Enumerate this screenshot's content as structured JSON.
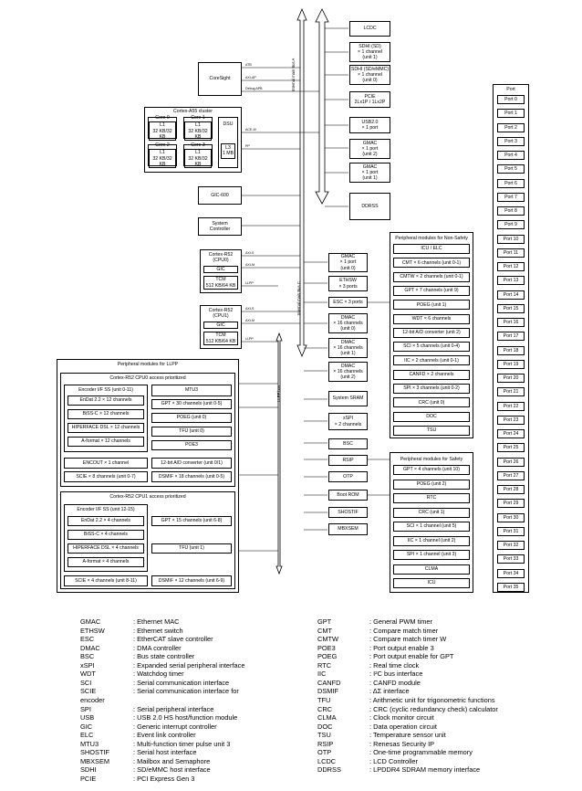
{
  "buses": {
    "axi_a": "Internal main Bus A",
    "axi_c": "Internal main Bus C",
    "llpp": "LLPP bus"
  },
  "right_top": [
    {
      "key": "lcdc",
      "text": "LCDC"
    },
    {
      "key": "sdhi0",
      "text": "SDHI (SD)\n× 1 channel\n(unit 1)"
    },
    {
      "key": "sdhi1",
      "text": "SDHI (SD/eMMC)\n× 1 channel\n(unit 0)"
    },
    {
      "key": "pcie",
      "text": "PCIE\n2Lx1P / 1Lx2P"
    },
    {
      "key": "usb",
      "text": "USB2.0\n× 1 port"
    },
    {
      "key": "gmac2",
      "text": "GMAC\n× 1 port\n(unit 2)"
    },
    {
      "key": "gmac1",
      "text": "GMAC\n× 1 port\n(unit 1)"
    },
    {
      "key": "ddrss",
      "text": "DDRSS"
    }
  ],
  "mid_col": [
    {
      "key": "gmac0",
      "text": "GMAC\n× 1 port\n(unit 0)"
    },
    {
      "key": "ethsw",
      "text": "ETHSW\n× 3 ports"
    },
    {
      "key": "esc",
      "text": "ESC × 3 ports"
    },
    {
      "key": "dmac0",
      "text": "DMAC\n× 16 channels\n(unit 0)"
    },
    {
      "key": "dmac1",
      "text": "DMAC\n× 16 channels\n(unit 1)"
    },
    {
      "key": "dmac2",
      "text": "DMAC\n× 16 channels\n(unit 2)"
    },
    {
      "key": "sram",
      "text": "System SRAM"
    },
    {
      "key": "xspi",
      "text": "xSPI\n× 2 channels"
    },
    {
      "key": "bsc",
      "text": "BSC"
    },
    {
      "key": "rsip",
      "text": "RSIP"
    },
    {
      "key": "otp",
      "text": "OTP"
    },
    {
      "key": "bootrom",
      "text": "Boot ROM"
    },
    {
      "key": "shostif",
      "text": "SHOSTIF"
    },
    {
      "key": "mbxsem",
      "text": "MBXSEM"
    }
  ],
  "left": {
    "coresight": "CoreSight",
    "cs_signals": [
      "ATB",
      "AXI-AP",
      "Debug APB"
    ],
    "a55_title": "Cortex-A55 cluster",
    "cores": [
      {
        "name": "Core 0",
        "l1": "L1\n32 KB/32 KB"
      },
      {
        "name": "Core 1",
        "l1": "L1\n32 KB/32 KB"
      },
      {
        "name": "Core 2",
        "l1": "L1\n32 KB/32 KB"
      },
      {
        "name": "Core 3",
        "l1": "L1\n32 KB/32 KB"
      }
    ],
    "dsu": "DSU",
    "l3": "L3\n1 MB",
    "acem": "ACE-M",
    "pp": "PP",
    "gic600": "GIC-600",
    "sysctrl": "System\nController",
    "r52_0_title": "Cortex-R52\n(CPU0)",
    "r52_1_title": "Cortex-R52\n(CPU1)",
    "gic": "GIC",
    "tcm": "TCM\n512 KB/64 KB",
    "r52_signals": [
      "AXI-S",
      "AXI-M",
      "LLPP"
    ]
  },
  "llpp": {
    "title": "Peripheral modules for LLPP",
    "cpu0_title": "Cortex-R52 CPU0 access prioritized",
    "cpu0_enc_title": "Encoder I/F SS (unit 0-11)",
    "cpu0_enc": [
      "EnDat 2.2 × 12 channels",
      "BiSS-C × 12 channels",
      "HIPERFACE DSL × 12 channels",
      "A-format × 12 channels"
    ],
    "cpu0_mtu": "MTU3",
    "cpu0_right": [
      "GPT × 30 channels (unit 0-5)",
      "POEG (unit 0)",
      "TFU (unit 0)",
      "POE3"
    ],
    "cpu0_row1": [
      "ENCOUT × 1 channel",
      "12-bit A/D converter (unit 0/1)"
    ],
    "cpu0_row2": [
      "SCIE × 8 channels (unit 0-7)",
      "DSMIF × 18 channels (unit 0-5)"
    ],
    "cpu1_title": "Cortex-R52 CPU1 access prioritized",
    "cpu1_enc_title": "Encoder I/F SS (unit 12-15)",
    "cpu1_enc": [
      "EnDat 2.2 × 4 channels",
      "BiSS-C × 4 channels",
      "HIPERFACE DSL × 4 channels",
      "A-format × 4 channels"
    ],
    "cpu1_right": [
      "GPT × 15 channels (unit 6-8)",
      "TFU (unit 1)"
    ],
    "cpu1_row": [
      "SCIE × 4 channels (unit 8-11)",
      "DSMIF × 12 channels (unit 6-9)"
    ]
  },
  "nonsafety": {
    "title": "Peripheral modules for Non-Safety",
    "items": [
      "ICU / ELC",
      "CMT × 6 channels (unit 0-1)",
      "CMTW × 2 channels (unit 0-1)",
      "GPT × 7 channels (unit 9)",
      "POEG (unit 1)",
      "WDT × 6 channels",
      "12-bit A/D converter (unit 2)",
      "SCI × 5 channels (unit 0-4)",
      "IIC × 2 channels (unit 0-1)",
      "CANFD × 2 channels",
      "SPI × 3 channels (unit 0-2)",
      "CRC (unit 0)",
      "DOC",
      "TSU"
    ]
  },
  "safety": {
    "title": "Peripheral modules for Safety",
    "items": [
      "GPT × 4 channels (unit 10)",
      "POEG (unit 2)",
      "RTC",
      "CRC (unit 1)",
      "SCI × 1 channel (unit 5)",
      "IIC × 1 channel (unit 2)",
      "SPI × 1 channel (unit 3)",
      "CLMA",
      "ICU"
    ]
  },
  "port": {
    "title": "Port",
    "items": [
      "Port 0",
      "Port 1",
      "Port 2",
      "Port 3",
      "Port 4",
      "Port 5",
      "Port 6",
      "Port 7",
      "Port 8",
      "Port 9",
      "Port 10",
      "Port 11",
      "Port 12",
      "Port 13",
      "Port 14",
      "Port 15",
      "Port 16",
      "Port 17",
      "Port 18",
      "Port 19",
      "Port 20",
      "Port 21",
      "Port 22",
      "Port 23",
      "Port 24",
      "Port 25",
      "Port 26",
      "Port 27",
      "Port 28",
      "Port 29",
      "Port 30",
      "Port 31",
      "Port 32",
      "Port 33",
      "Port 34",
      "Port 35"
    ]
  },
  "glossary": {
    "left": [
      [
        "GMAC",
        ": Ethernet MAC"
      ],
      [
        "ETHSW",
        ": Ethernet switch"
      ],
      [
        "ESC",
        ": EtherCAT slave controller"
      ],
      [
        "DMAC",
        ": DMA controller"
      ],
      [
        "BSC",
        ": Bus state controller"
      ],
      [
        "xSPI",
        ": Expanded serial peripheral interface"
      ],
      [
        "WDT",
        ": Watchdog timer"
      ],
      [
        "SCI",
        ": Serial communication interface"
      ],
      [
        "SCIE",
        ": Serial communication interface for"
      ],
      [
        "encoder",
        ""
      ],
      [
        "SPI",
        ": Serial peripheral interface"
      ],
      [
        "USB",
        ": USB 2.0 HS host/function module"
      ],
      [
        "GIC",
        ": Generic interrupt controller"
      ],
      [
        "ELC",
        ": Event link controller"
      ],
      [
        "MTU3",
        ": Multi-function timer pulse unit 3"
      ],
      [
        "SHOSTIF",
        ": Serial host interface"
      ],
      [
        "MBXSEM",
        ": Mailbox and Semaphore"
      ],
      [
        "SDHI",
        ": SD/eMMC host interface"
      ],
      [
        "PCIE",
        ": PCI Express Gen 3"
      ]
    ],
    "right": [
      [
        "GPT",
        ": General PWM timer"
      ],
      [
        "CMT",
        ": Compare match timer"
      ],
      [
        "CMTW",
        ": Compare match timer W"
      ],
      [
        "POE3",
        ": Port output enable 3"
      ],
      [
        "POEG",
        ": Port output enable for GPT"
      ],
      [
        "RTC",
        ": Real time clock"
      ],
      [
        "IIC",
        ": I²C bus interface"
      ],
      [
        "CANFD",
        ": CANFD module"
      ],
      [
        "DSMIF",
        ": ΔΣ interface"
      ],
      [
        "TFU",
        ": Arithmetic unit for trigonometric functions"
      ],
      [
        "CRC",
        ": CRC (cyclic redundancy check) calculator"
      ],
      [
        "CLMA",
        ": Clock monitor circuit"
      ],
      [
        "DOC",
        ": Data operation circuit"
      ],
      [
        "TSU",
        ": Temperature sensor unit"
      ],
      [
        "RSIP",
        ": Renesas Security IP"
      ],
      [
        "OTP",
        ": One-time programmable memory"
      ],
      [
        "LCDC",
        ": LCD Controller"
      ],
      [
        "DDRSS",
        ": LPDDR4 SDRAM memory interface"
      ]
    ]
  }
}
